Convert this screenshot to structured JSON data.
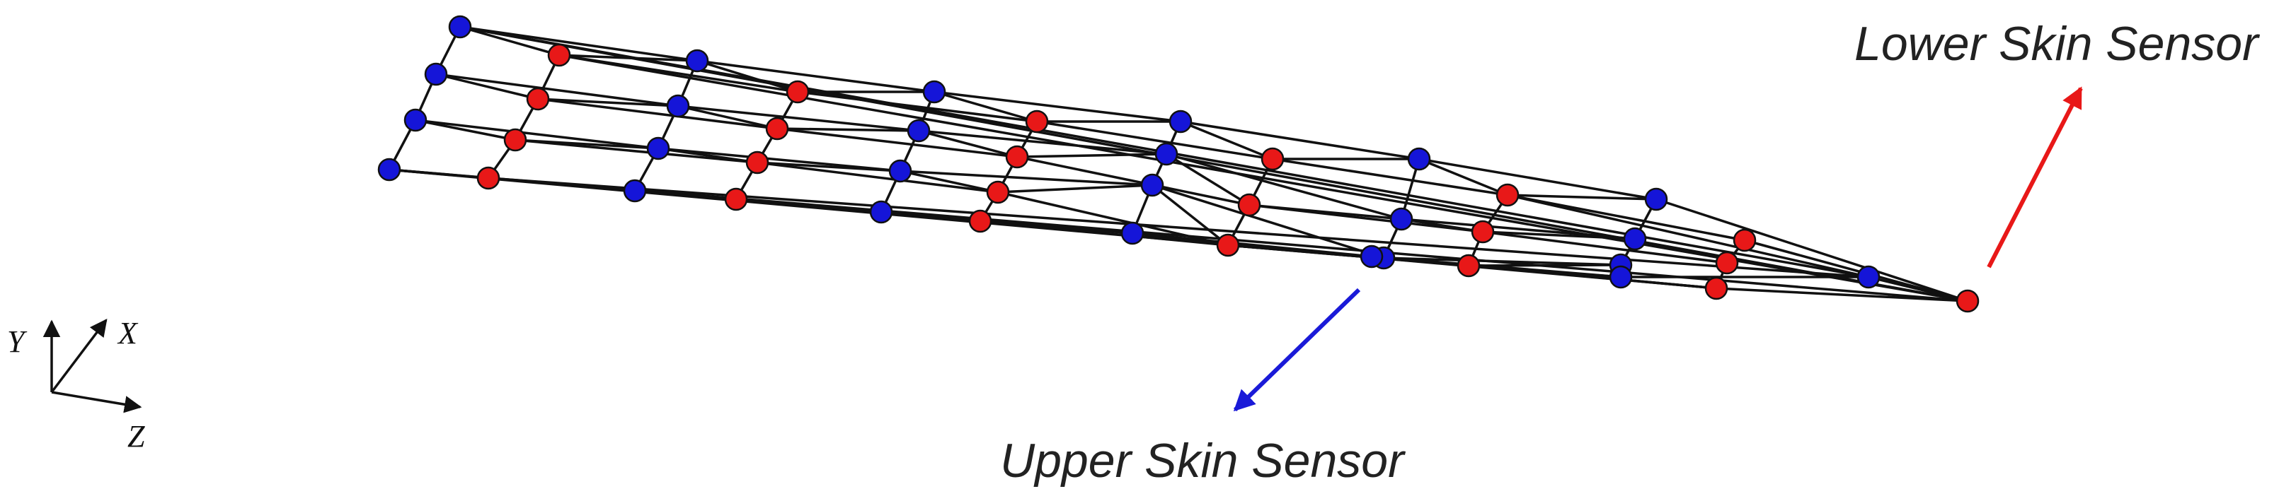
{
  "labels": {
    "lower_sensor": "Lower Skin Sensor",
    "upper_sensor": "Upper Skin Sensor"
  },
  "axes": {
    "x": "X",
    "y": "Y",
    "z": "Z"
  },
  "colors": {
    "upper_node": "#1515d8",
    "lower_node": "#e81818",
    "edge": "#111111",
    "upper_arrow": "#1a1ad8",
    "lower_arrow": "#e81818"
  }
}
